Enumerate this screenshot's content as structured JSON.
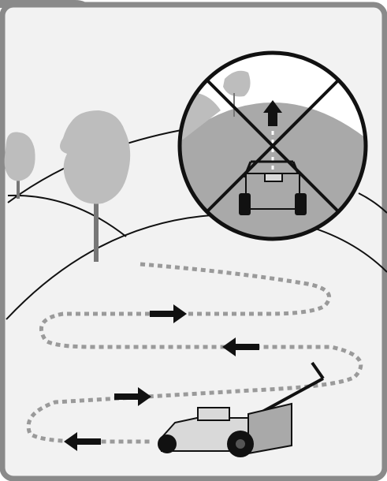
{
  "illustration": {
    "icon": "lawn-mowing-on-slope-icon",
    "colors": {
      "frame": "#8a8a8a",
      "background": "#f2f2f2",
      "hill_line": "#111111",
      "tree": "#bdbdbd",
      "trunk": "#777777",
      "path": "#9a9a9a",
      "arrow": "#111111",
      "mower_light": "#d9d9d9",
      "mower_mid": "#a9a9a9",
      "mower_dark": "#7a7a7a",
      "prohibition": "#111111"
    },
    "path_direction_arrows": [
      "right",
      "left",
      "right",
      "left"
    ],
    "prohibited_action": "mowing-straight-up-slope",
    "recommended_action": "mowing-across-slope"
  }
}
